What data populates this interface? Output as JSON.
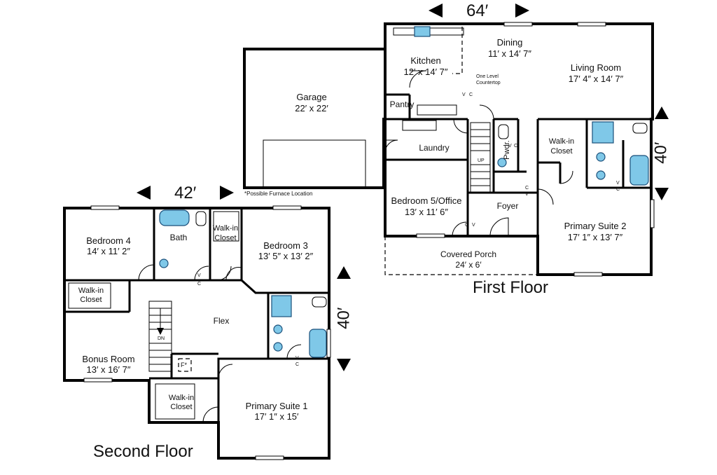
{
  "first_floor": {
    "title": "First Floor",
    "width_dim": "64′",
    "depth_dim": "40′",
    "rooms": {
      "dining": {
        "name": "Dining",
        "size": "11′ x 14′ 7″"
      },
      "kitchen": {
        "name": "Kitchen",
        "size": "12′ x 14′ 7″"
      },
      "living": {
        "name": "Living Room",
        "size": "17′ 4″ x 14′ 7″"
      },
      "garage": {
        "name": "Garage",
        "size": "22′ x 22′"
      },
      "pantry": {
        "name": "Pantry"
      },
      "laundry": {
        "name": "Laundry"
      },
      "powder": {
        "name": "Pwdr."
      },
      "walkin": {
        "name": "Walk-in",
        "name2": "Closet"
      },
      "bedroom5": {
        "name": "Bedroom 5/Office",
        "size": "13′ x 11′ 6″"
      },
      "foyer": {
        "name": "Foyer"
      },
      "primary2": {
        "name": "Primary Suite 2",
        "size": "17′ 1″ x 13′ 7″"
      },
      "porch": {
        "name": "Covered Porch",
        "size": "24′ x 6′"
      }
    },
    "notes": {
      "countertop1": "One Level",
      "countertop2": "Countertop",
      "furnace": "*Possible Furnace Location",
      "up": "UP"
    }
  },
  "second_floor": {
    "title": "Second Floor",
    "width_dim": "42′",
    "depth_dim": "40′",
    "rooms": {
      "bedroom4": {
        "name": "Bedroom 4",
        "size": "14′ x 11′ 2″"
      },
      "bath": {
        "name": "Bath"
      },
      "walkin_top": {
        "name": "Walk-in",
        "name2": "Closet"
      },
      "bedroom3": {
        "name": "Bedroom 3",
        "size": "13′ 5″ x 13′ 2″"
      },
      "walkin_left": {
        "name": "Walk-in",
        "name2": "Closet"
      },
      "flex": {
        "name": "Flex"
      },
      "bonus": {
        "name": "Bonus Room",
        "size": "13′ x 16′ 7″"
      },
      "walkin_bottom": {
        "name": "Walk-in",
        "name2": "Closet"
      },
      "primary1": {
        "name": "Primary Suite 1",
        "size": "17′ 1″ x 15′"
      }
    },
    "notes": {
      "dn": "DN",
      "furnace_mark": "F*"
    }
  },
  "marks": {
    "v": "V",
    "c": "C"
  }
}
